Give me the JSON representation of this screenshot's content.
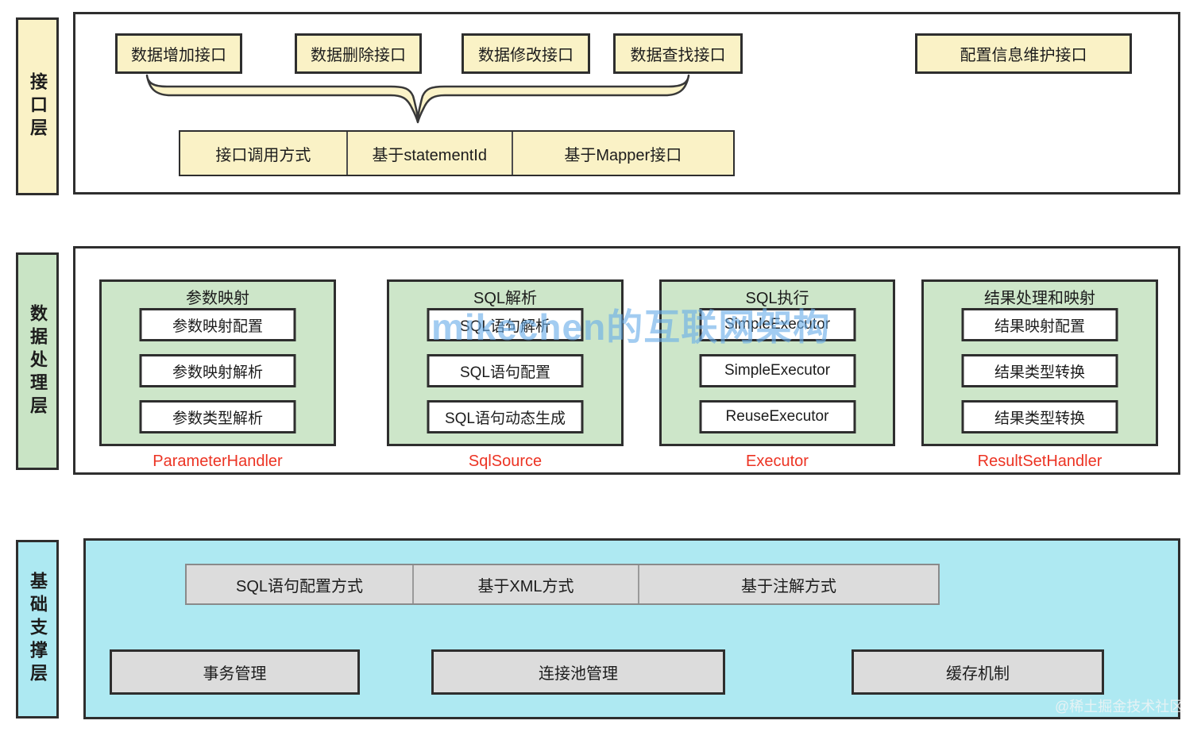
{
  "layers": {
    "interface": {
      "label": "接口层",
      "top_boxes": [
        "数据增加接口",
        "数据删除接口",
        "数据修改接口",
        "数据查找接口",
        "配置信息维护接口"
      ],
      "bottom_boxes": [
        "接口调用方式",
        "基于statementId",
        "基于Mapper接口"
      ]
    },
    "processing": {
      "label": "数据处理层",
      "groups": [
        {
          "title": "参数映射",
          "items": [
            "参数映射配置",
            "参数映射解析",
            "参数类型解析"
          ],
          "caption": "ParameterHandler"
        },
        {
          "title": "SQL解析",
          "items": [
            "SQL语句解析",
            "SQL语句配置",
            "SQL语句动态生成"
          ],
          "caption": "SqlSource"
        },
        {
          "title": "SQL执行",
          "items": [
            "SimpleExecutor",
            "SimpleExecutor",
            "ReuseExecutor"
          ],
          "caption": "Executor"
        },
        {
          "title": "结果处理和映射",
          "items": [
            "结果映射配置",
            "结果类型转换",
            "结果类型转换"
          ],
          "caption": "ResultSetHandler"
        }
      ]
    },
    "foundation": {
      "label": "基础支撑层",
      "top_boxes": [
        "SQL语句配置方式",
        "基于XML方式",
        "基于注解方式"
      ],
      "bottom_boxes": [
        "事务管理",
        "连接池管理",
        "缓存机制"
      ]
    }
  },
  "watermarks": {
    "center": "mikechen的互联网架构",
    "corner": "@稀土掘金技术社区"
  },
  "colors": {
    "layer_yellow": "#FAF2C6",
    "layer_green": "#CDE6C9",
    "layer_cyan": "#AEE9F2",
    "box_gray": "#DCDCDC",
    "border_dark": "#2E2E2E",
    "caption_red": "#EC3323",
    "watermark_blue": "#69ADE8"
  }
}
